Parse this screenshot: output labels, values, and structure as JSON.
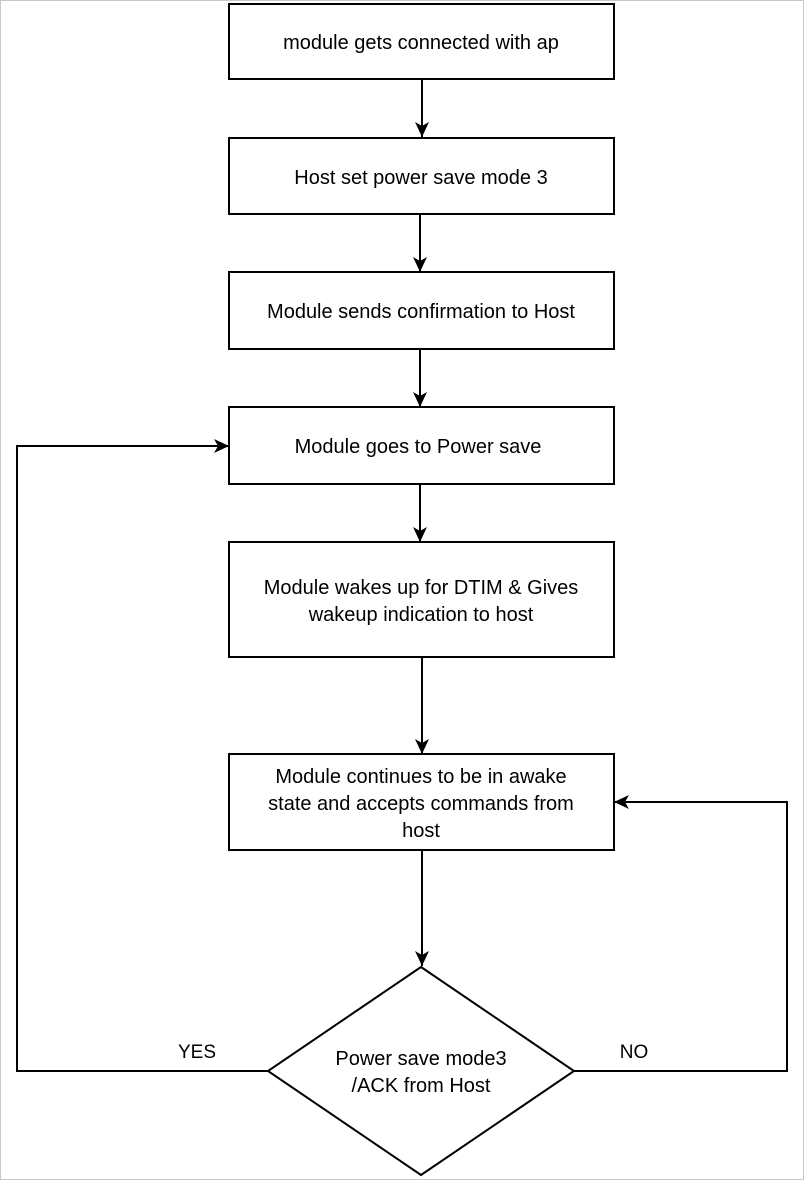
{
  "nodes": {
    "connect": {
      "lines": [
        "module gets connected with ap"
      ]
    },
    "set_ps": {
      "lines": [
        "Host set power save mode 3"
      ]
    },
    "confirm": {
      "lines": [
        "Module sends confirmation to Host"
      ]
    },
    "power_save": {
      "lines": [
        "Module goes to Power save"
      ]
    },
    "wakeup": {
      "lines": [
        "Module wakes up for DTIM & Gives",
        "wakeup indication to host"
      ]
    },
    "awake": {
      "lines": [
        "Module continues to be in awake",
        "state and accepts commands from",
        "host"
      ]
    },
    "decision": {
      "lines": [
        "Power save mode3",
        "/ACK from Host"
      ]
    }
  },
  "edges": {
    "yes_label": "YES",
    "no_label": "NO"
  },
  "colors": {
    "stroke": "#000000",
    "fill": "#ffffff",
    "frame": "#c8c8c8"
  }
}
